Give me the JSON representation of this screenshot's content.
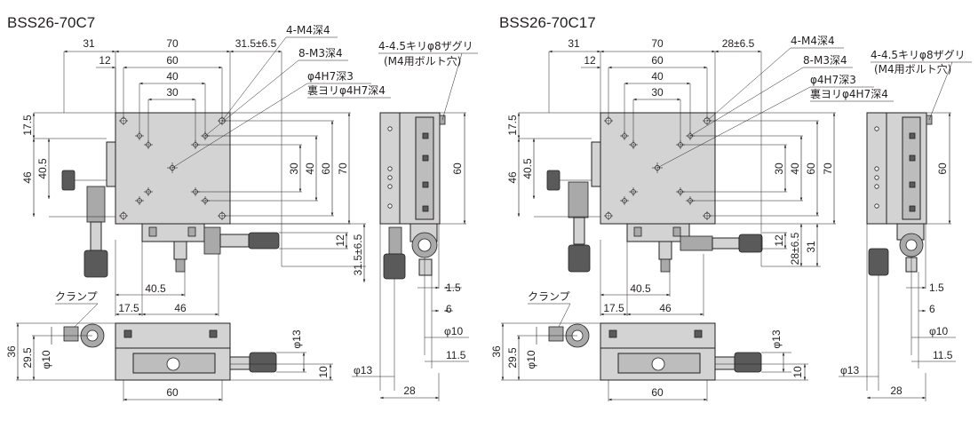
{
  "left": {
    "title": "BSS26-70C7",
    "callouts": [
      "4-M4深4",
      "8-M3深4",
      "φ4H7深3",
      "裏ヨリφ4H7深4"
    ],
    "side_callout": [
      "4-4.5キリφ8ザグリ",
      "(M4用ボルト穴)"
    ],
    "clamp": "クランプ",
    "top_dims": {
      "d31": "31",
      "d70": "70",
      "d31_5": "31.5±6.5",
      "d12": "12",
      "d60": "60",
      "d40": "40",
      "d30": "30"
    },
    "left_dims": {
      "d17_5": "17.5",
      "d40_5": "40.5",
      "d46": "46"
    },
    "right_dims": {
      "d30": "30",
      "d40": "40",
      "d60": "60",
      "d70": "70",
      "d12": "12",
      "d31_5": "31.5±6.5"
    },
    "bottom_dims": {
      "d40_5": "40.5",
      "d17_5": "17.5",
      "d46": "46"
    },
    "front_dims": {
      "d36": "36",
      "d29_5": "29.5",
      "phi10": "φ10",
      "phi13": "φ13",
      "d10": "10",
      "d60": "60"
    },
    "side_dims": {
      "d60": "60",
      "d1_5": "1.5",
      "d6": "6",
      "phi10": "φ10",
      "d11_5": "11.5",
      "phi13": "φ13",
      "d28": "28"
    }
  },
  "right": {
    "title": "BSS26-70C17",
    "callouts": [
      "4-M4深4",
      "8-M3深4",
      "φ4H7深3",
      "裏ヨリφ4H7深4"
    ],
    "side_callout": [
      "4-4.5キリφ8ザグリ",
      "(M4用ボルト穴)"
    ],
    "clamp": "クランプ",
    "top_dims": {
      "d31": "31",
      "d70": "70",
      "d28": "28±6.5",
      "d12": "12",
      "d60": "60",
      "d40": "40",
      "d30": "30"
    },
    "left_dims": {
      "d17_5": "17.5",
      "d40_5": "40.5",
      "d46": "46"
    },
    "right_dims": {
      "d30": "30",
      "d40": "40",
      "d60": "60",
      "d70": "70",
      "d12": "12",
      "d28": "28±6.5",
      "d31": "31"
    },
    "bottom_dims": {
      "d40_5": "40.5",
      "d17_5": "17.5",
      "d46": "46"
    },
    "front_dims": {
      "d36": "36",
      "d29_5": "29.5",
      "phi10": "φ10",
      "phi13": "φ13",
      "d10": "10",
      "d60": "60"
    },
    "side_dims": {
      "d60": "60",
      "d1_5": "1.5",
      "d6": "6",
      "phi10": "φ10",
      "d11_5": "11.5",
      "phi13": "φ13",
      "d28": "28"
    }
  }
}
